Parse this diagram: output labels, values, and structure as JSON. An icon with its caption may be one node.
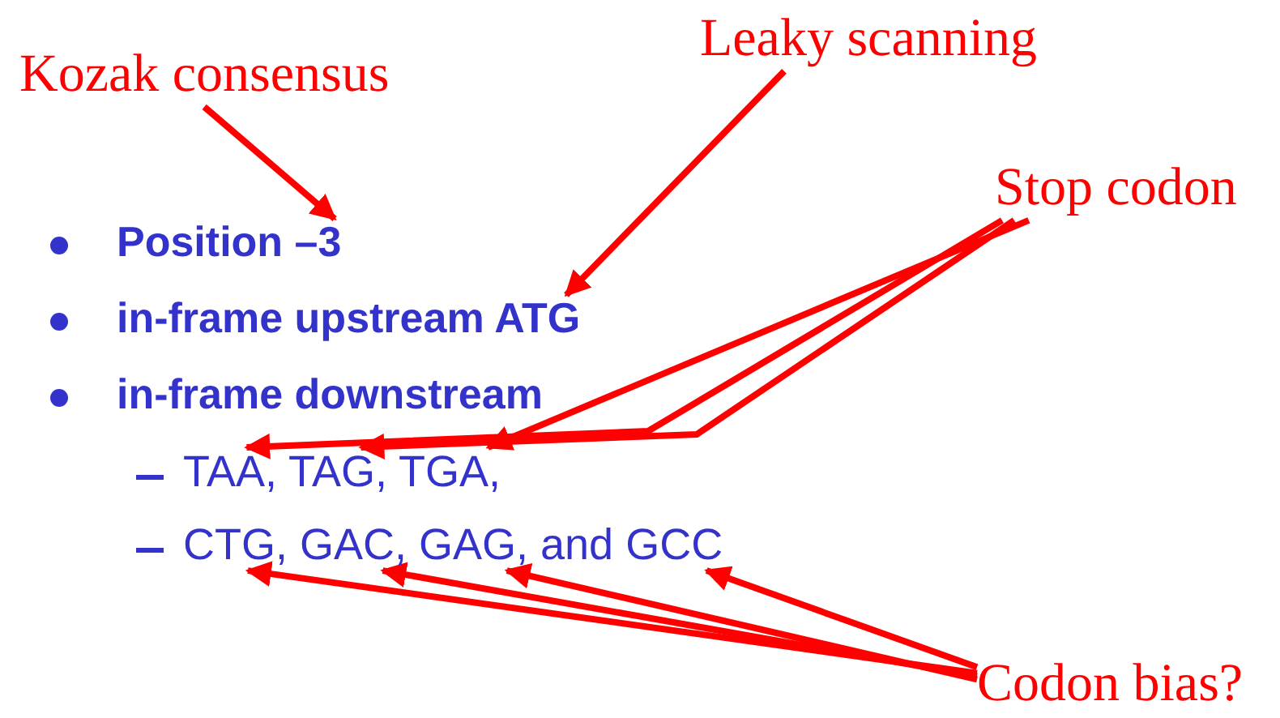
{
  "diagram": {
    "nodes": [
      {
        "text": [
          "Kozak consensus"
        ]
      },
      {
        "text": [
          "Leaky scanning"
        ]
      },
      {
        "text": [
          "Stop codon"
        ]
      },
      {
        "text": [
          "Position –3"
        ]
      },
      {
        "text": [
          "in-frame upstream ATG"
        ]
      },
      {
        "text": [
          "in-frame downstream"
        ]
      },
      {
        "text": [
          "TAA, TAG, TGA,"
        ]
      },
      {
        "text": [
          "CTG, GAC, GAG, and GCC"
        ]
      },
      {
        "text": [
          "Codon bias?"
        ]
      }
    ],
    "edges": [
      {
        "from": 0,
        "to": 3,
        "arrow": "to"
      },
      {
        "from": 1,
        "to": 4,
        "arrow": "to"
      },
      {
        "from": 2,
        "to": 6,
        "arrow": "to"
      },
      {
        "from": 2,
        "to": 6,
        "arrow": "to"
      },
      {
        "from": 2,
        "to": 6,
        "arrow": "to"
      },
      {
        "from": 8,
        "to": 7,
        "arrow": "to"
      },
      {
        "from": 8,
        "to": 7,
        "arrow": "to"
      },
      {
        "from": 8,
        "to": 7,
        "arrow": "to"
      },
      {
        "from": 8,
        "to": 7,
        "arrow": "to"
      }
    ]
  }
}
